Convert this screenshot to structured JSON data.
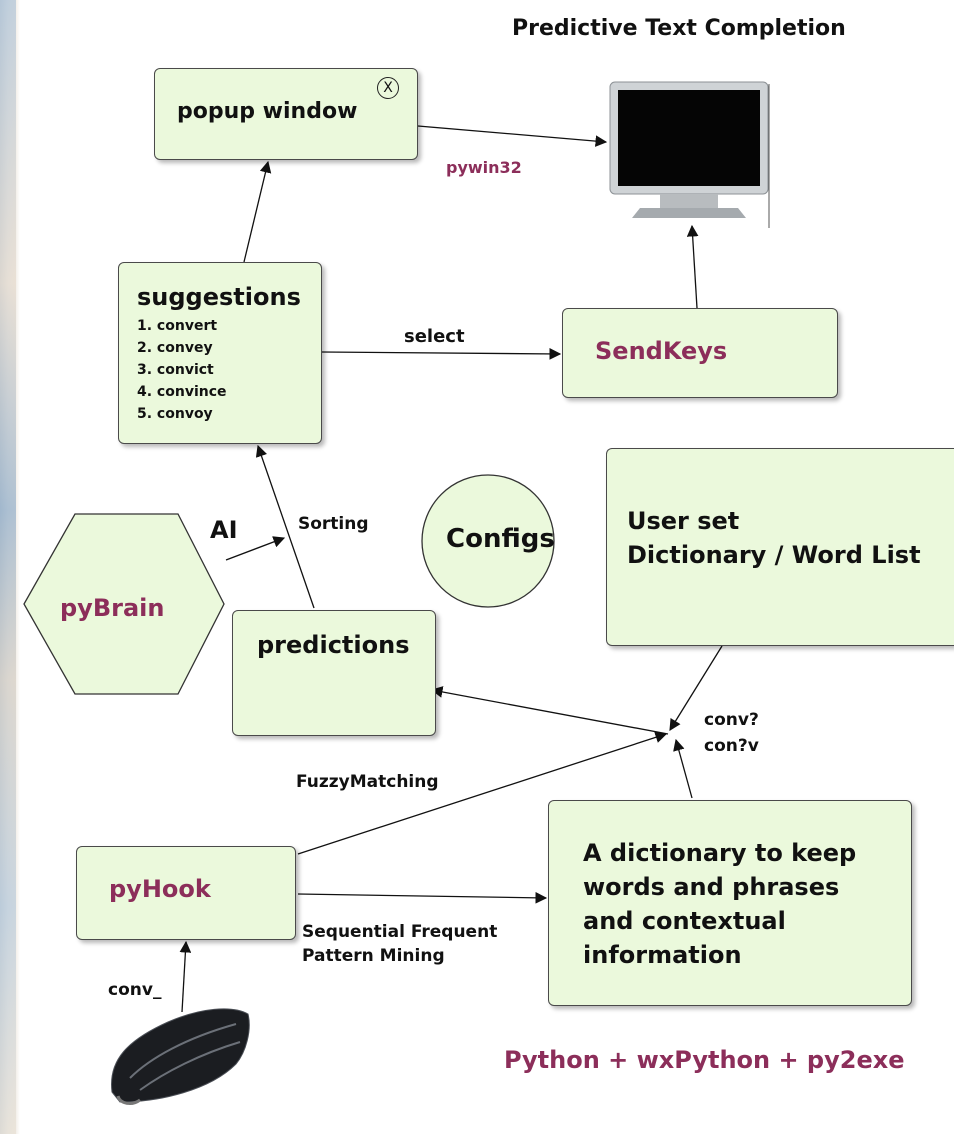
{
  "title": "Predictive Text Completion",
  "boxes": {
    "popup": "popup window",
    "popup_close": "X",
    "suggestions_title": "suggestions",
    "suggestions": [
      "1. convert",
      "2. convey",
      "3. convict",
      "4. convince",
      "5. convoy"
    ],
    "sendkeys": "SendKeys",
    "configs": "Configs",
    "user_dict": [
      "User set",
      "Dictionary / Word List"
    ],
    "pybrain": "pyBrain",
    "predictions": "predictions",
    "pyhook": "pyHook",
    "dictionary": [
      "A dictionary to keep",
      "words and phrases",
      "and contextual",
      "information"
    ]
  },
  "edge_labels": {
    "pywin32": "pywin32",
    "select": "select",
    "ai": "AI",
    "sorting": "Sorting",
    "fuzzy": "FuzzyMatching",
    "spm": [
      "Sequential Frequent",
      "Pattern Mining"
    ],
    "patterns": [
      "conv?",
      "con?v"
    ],
    "input": "conv_"
  },
  "footer": "Python + wxPython + py2exe",
  "colors": {
    "box_fill": "#ebf9dc",
    "accent": "#8c2e5a"
  }
}
